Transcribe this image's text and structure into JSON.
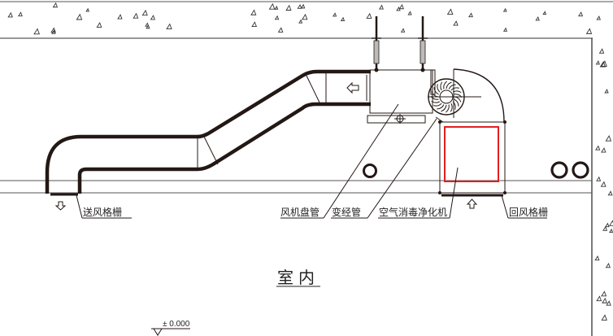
{
  "labels": {
    "supply_grille": "送风格栅",
    "fan_coil": "风机盘管",
    "reducer": "变经管",
    "purifier": "空气消毒净化机",
    "return_grille": "回风格栅",
    "room": "室内",
    "elevation": "± 0.000"
  },
  "colors": {
    "line": "#231815",
    "purifier_outline": "#e02020"
  }
}
